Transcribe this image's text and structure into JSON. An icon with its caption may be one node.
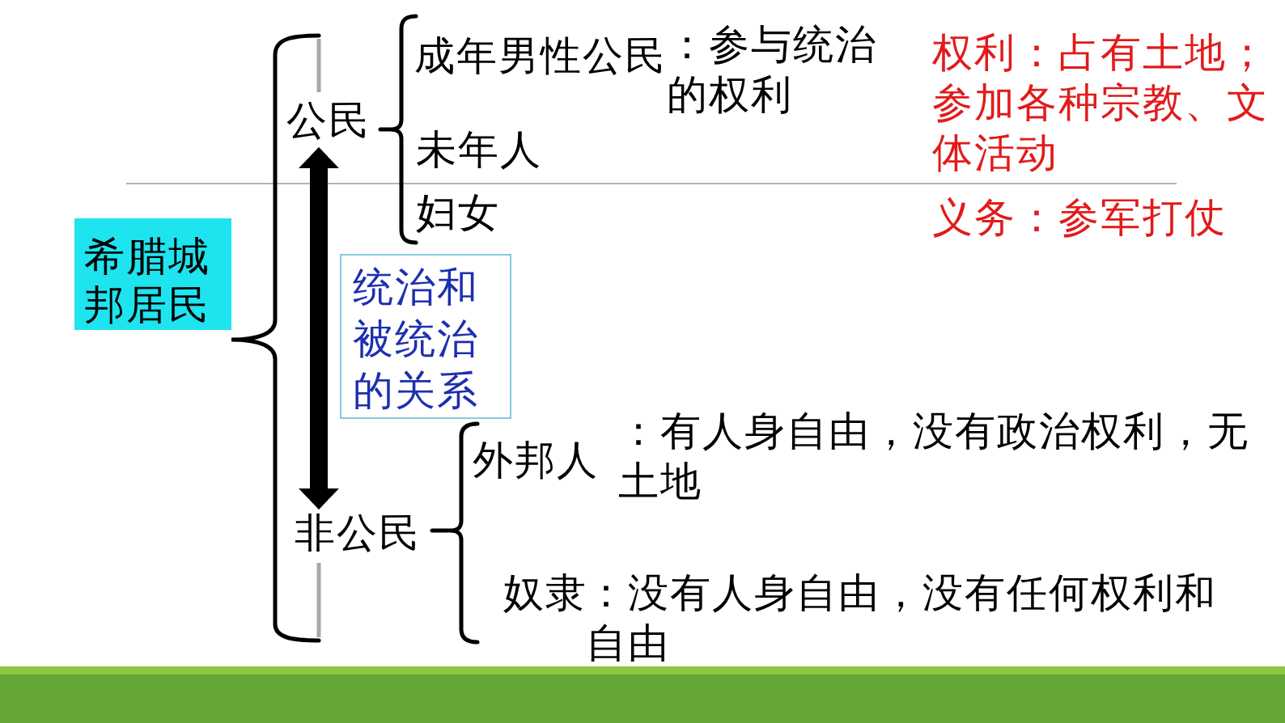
{
  "diagram": {
    "nodes": [
      {
        "text": [
          "希腊城邦居民"
        ]
      },
      {
        "text": [
          "公民"
        ]
      },
      {
        "text": [
          "统治和被统治的关系"
        ]
      },
      {
        "text": [
          "非公民"
        ]
      }
    ],
    "edges": [
      {
        "from": 1,
        "to": 3,
        "arrow": "both"
      }
    ],
    "labels": [
      "成年男性公民",
      "：参与统治的权利",
      "权利：占有土地；参加各种宗教、文体活动",
      "未年人",
      "妇女",
      "义务：参军打仗",
      "外邦人",
      "：有人身自由，没有政治权利，无土地",
      "奴隶",
      "：没有人身自由，没有任何权利和自由"
    ]
  }
}
